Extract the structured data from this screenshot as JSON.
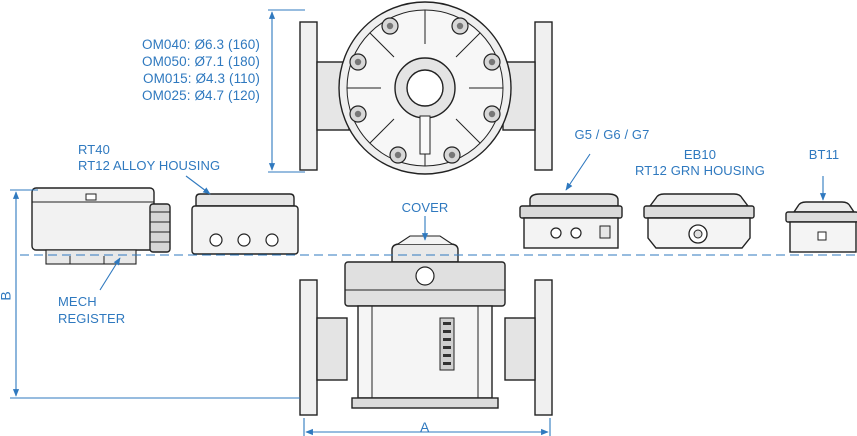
{
  "colors": {
    "label": "#2f79bf",
    "outline": "#222222",
    "light_fill": "#f2f2f2",
    "mid_fill": "#dedede"
  },
  "diameter_lines": [
    "OM040: Ø6.3 (160)",
    "OM050: Ø7.1 (180)",
    "OM015: Ø4.3 (110)",
    "OM025: Ø4.7 (120)"
  ],
  "labels": {
    "rt40": "RT40",
    "rt12_alloy": "RT12 ALLOY HOUSING",
    "g5": "G5 / G6 / G7",
    "eb10": "EB10",
    "rt12_grn": "RT12 GRN HOUSING",
    "bt11": "BT11",
    "cover": "COVER",
    "mech": "MECH",
    "register": "REGISTER"
  },
  "dimensions": {
    "height": "B",
    "width": "A"
  }
}
